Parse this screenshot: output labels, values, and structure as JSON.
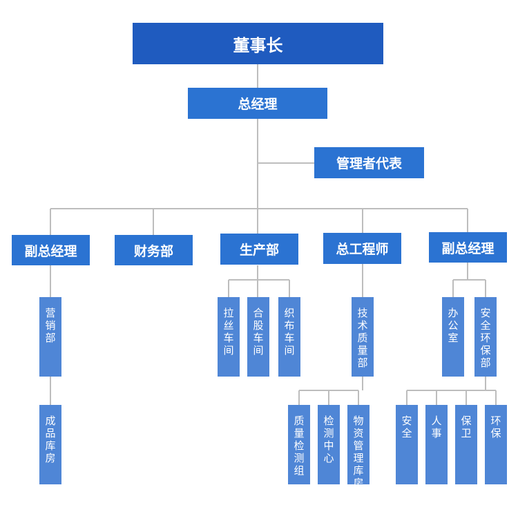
{
  "org": {
    "chairman": "董事长",
    "general_manager": "总经理",
    "management_rep": "管理者代表",
    "departments": {
      "vp_left": "副总经理",
      "finance": "财务部",
      "production": "生产部",
      "chief_engineer": "总工程师",
      "vp_right": "副总经理"
    },
    "units": {
      "sales": "营销部",
      "finished_goods": "成品库房",
      "drawing_workshop": "拉丝车间",
      "twisting_workshop": "合股车间",
      "weaving_workshop": "织布车间",
      "tech_quality": "技术质量部",
      "quality_inspection": "质量检测组",
      "testing_center": "检测中心",
      "materials_warehouse": "物资管理库房",
      "office": "办公室",
      "safety_env": "安全环保部",
      "safety": "安全",
      "hr": "人事",
      "security": "保卫",
      "env_protection": "环保"
    }
  }
}
